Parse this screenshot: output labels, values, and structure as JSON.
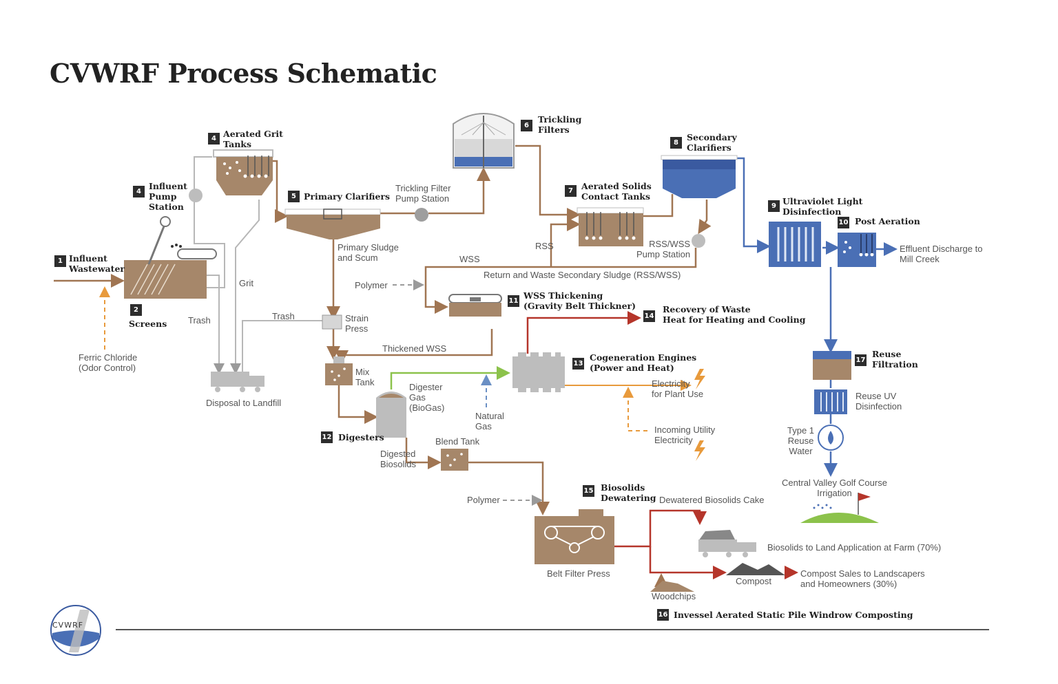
{
  "title": "CVWRF Process Schematic",
  "logo_text": "CVWRF",
  "colors": {
    "process_brown": "#a6876a",
    "brown_line": "#a07552",
    "grey_line": "#b7b7b7",
    "blue_line": "#4a6fb5",
    "red_line": "#b5352a",
    "green_line": "#8cc24b",
    "orange_dash": "#e89a3c",
    "blue_dash": "#6a8fc4",
    "text_dark": "#222222",
    "text_grey": "#555555"
  },
  "steps": [
    {
      "num": "1",
      "lines": [
        "Influent",
        "Wastewater"
      ]
    },
    {
      "num": "2",
      "lines": [
        "Screens"
      ]
    },
    {
      "num": "4",
      "lines": [
        "Influent",
        "Pump",
        "Station"
      ]
    },
    {
      "num": "4",
      "lines": [
        "Aerated Grit",
        "Tanks"
      ]
    },
    {
      "num": "5",
      "lines": [
        "Primary Clarifiers"
      ]
    },
    {
      "num": "6",
      "lines": [
        "Trickling",
        "Filters"
      ]
    },
    {
      "num": "7",
      "lines": [
        "Aerated Solids",
        "Contact Tanks"
      ]
    },
    {
      "num": "8",
      "lines": [
        "Secondary",
        "Clarifiers"
      ]
    },
    {
      "num": "9",
      "lines": [
        "Ultraviolet Light",
        "Disinfection"
      ]
    },
    {
      "num": "10",
      "lines": [
        "Post Aeration"
      ]
    },
    {
      "num": "11",
      "lines": [
        "WSS Thickening",
        "(Gravity Belt Thickner)"
      ]
    },
    {
      "num": "12",
      "lines": [
        "Digesters"
      ]
    },
    {
      "num": "13",
      "lines": [
        "Cogeneration Engines",
        "(Power and Heat)"
      ]
    },
    {
      "num": "14",
      "lines": [
        "Recovery of Waste",
        "Heat for Heating and Cooling"
      ]
    },
    {
      "num": "15",
      "lines": [
        "Biosolids",
        "Dewatering"
      ]
    },
    {
      "num": "16",
      "lines": [
        "Invessel Aerated Static Pile Windrow Composting"
      ]
    },
    {
      "num": "17",
      "lines": [
        "Reuse",
        "Filtration"
      ]
    }
  ],
  "labels": {
    "ferric": [
      "Ferric Chloride",
      "(Odor Control)"
    ],
    "trash1": "Trash",
    "trash2": "Trash",
    "grit": "Grit",
    "disposal": "Disposal to Landfill",
    "primary_sludge": [
      "Primary Sludge",
      "and Scum"
    ],
    "tf_pump": [
      "Trickling Filter",
      "Pump Station"
    ],
    "rss": "RSS",
    "wss": "WSS",
    "rss_wss_pump": [
      "RSS/WSS",
      "Pump Station"
    ],
    "return_waste": "Return and Waste Secondary Sludge (RSS/WSS)",
    "polymer1": "Polymer",
    "strain_press": [
      "Strain",
      "Press"
    ],
    "thickened_wss": "Thickened WSS",
    "mix_tank": [
      "Mix",
      "Tank"
    ],
    "digester_gas": [
      "Digester",
      "Gas",
      "(BioGas)"
    ],
    "natural_gas": [
      "Natural",
      "Gas"
    ],
    "electricity": [
      "Electricity",
      "for Plant Use"
    ],
    "utility": [
      "Incoming Utility",
      "Electricity"
    ],
    "digested": [
      "Digested",
      "Biosolids"
    ],
    "blend_tank": "Blend Tank",
    "polymer2": "Polymer",
    "belt_press": "Belt Filter Press",
    "dewatered": "Dewatered Biosolids Cake",
    "land_app": "Biosolids to Land Application at Farm (70%)",
    "compost": "Compost",
    "compost_sales": [
      "Compost Sales to Landscapers",
      "and Homeowners (30%)"
    ],
    "woodchips": "Woodchips",
    "effluent": [
      "Effluent Discharge to",
      "Mill Creek"
    ],
    "reuse_uv": [
      "Reuse UV",
      "Disinfection"
    ],
    "type1": [
      "Type 1",
      "Reuse",
      "Water"
    ],
    "golf": [
      "Central Valley Golf Course",
      "Irrigation"
    ]
  }
}
